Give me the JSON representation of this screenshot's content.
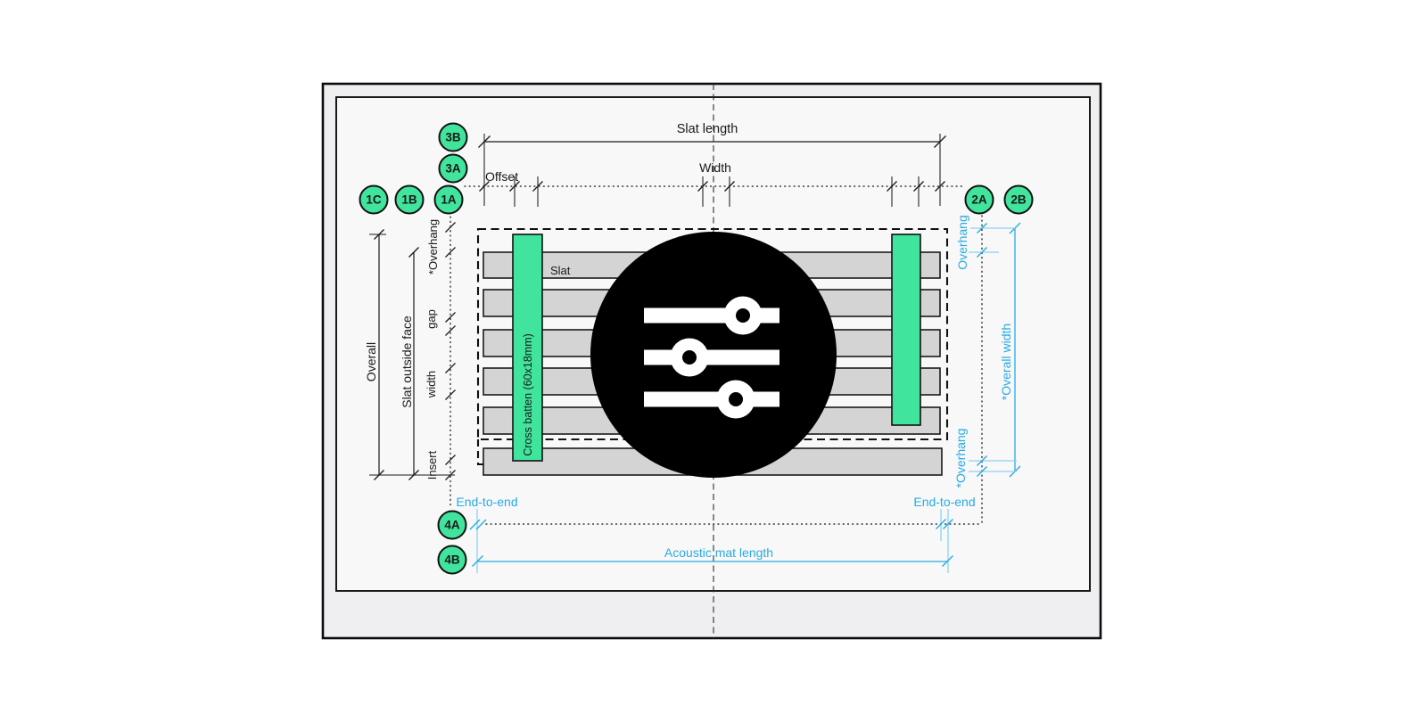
{
  "colors": {
    "green": "#40E49D",
    "blue": "#29ABE2",
    "blue_light": "#8DD2F1",
    "slat_gray": "#D4D4D4",
    "frame_fill": "#EFEEF0",
    "inner_fill": "#F8F8F8",
    "logo_black": "#000000",
    "ink": "#1A1A1A"
  },
  "badges": [
    {
      "id": "3B",
      "label": "3B"
    },
    {
      "id": "3A",
      "label": "3A"
    },
    {
      "id": "1C",
      "label": "1C"
    },
    {
      "id": "1B",
      "label": "1B"
    },
    {
      "id": "1A",
      "label": "1A"
    },
    {
      "id": "2A",
      "label": "2A"
    },
    {
      "id": "2B",
      "label": "2B"
    },
    {
      "id": "4A",
      "label": "4A"
    },
    {
      "id": "4B",
      "label": "4B"
    }
  ],
  "dims": {
    "slat_length": "Slat length",
    "offset": "Offset",
    "width": "Width",
    "overall": "Overall",
    "slat_outside_face": "Slat outside face",
    "overhang_left": "*Overhang",
    "gap": "gap",
    "slat_width": "width",
    "insert": "Insert",
    "overhang_top_right": "Overhang",
    "overall_width": "*Overall width",
    "overhang_bottom_right": "*Overhang",
    "end_to_end_left": "End-to-end",
    "end_to_end_right": "End-to-end",
    "acoustic_mat_length": "Acoustic mat length"
  },
  "parts": {
    "slat": "Slat",
    "cross_batten": "Cross batten (60x18mm)"
  }
}
